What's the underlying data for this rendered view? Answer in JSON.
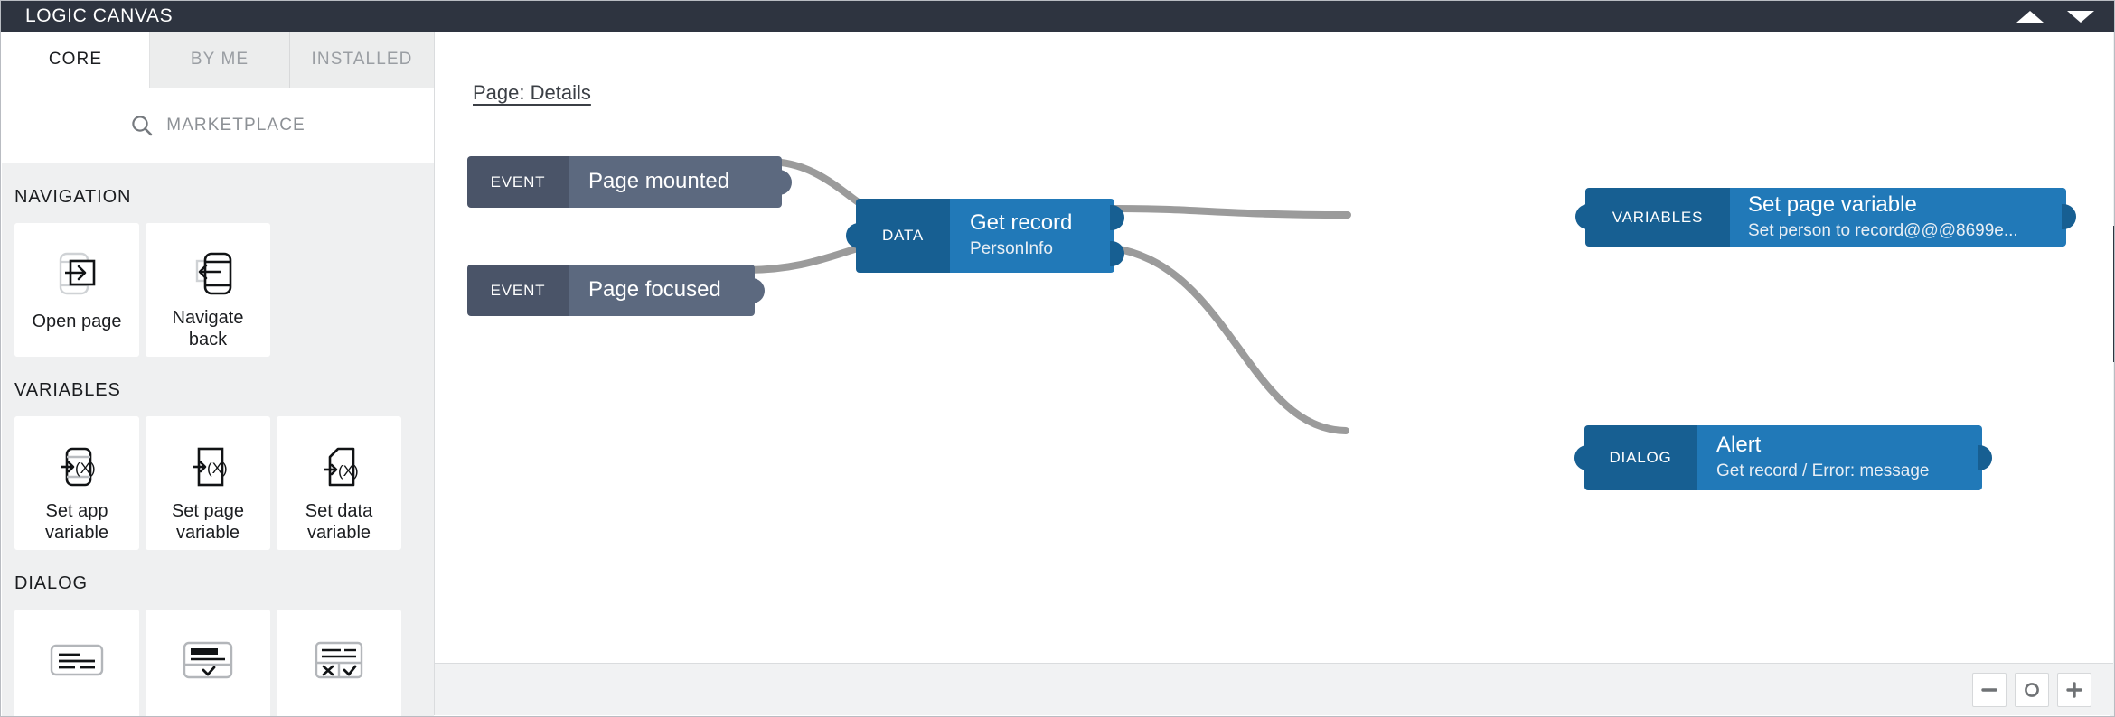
{
  "window": {
    "title": "LOGIC CANVAS",
    "collapse_up_icon": "caret-up-icon",
    "collapse_down_icon": "caret-down-icon"
  },
  "palette": {
    "tabs": [
      {
        "label": "CORE",
        "active": true
      },
      {
        "label": "BY ME",
        "active": false
      },
      {
        "label": "INSTALLED",
        "active": false
      }
    ],
    "search": {
      "icon": "search-icon",
      "label": "MARKETPLACE"
    },
    "sections": [
      {
        "title": "NAVIGATION",
        "cards": [
          {
            "label": "Open page",
            "icon": "open-page-icon"
          },
          {
            "label": "Navigate back",
            "icon": "navigate-back-icon"
          }
        ]
      },
      {
        "title": "VARIABLES",
        "cards": [
          {
            "label": "Set app variable",
            "icon": "set-app-variable-icon"
          },
          {
            "label": "Set page variable",
            "icon": "set-page-variable-icon"
          },
          {
            "label": "Set data variable",
            "icon": "set-data-variable-icon"
          }
        ]
      },
      {
        "title": "DIALOG",
        "cards": [
          {
            "label": "",
            "icon": "toast-icon"
          },
          {
            "label": "",
            "icon": "alert-icon"
          },
          {
            "label": "",
            "icon": "confirm-icon"
          }
        ]
      }
    ]
  },
  "canvas": {
    "breadcrumb": "Page: Details",
    "nodes": [
      {
        "kind": "EVENT",
        "title": "Page mounted",
        "subtitle": ""
      },
      {
        "kind": "EVENT",
        "title": "Page focused",
        "subtitle": ""
      },
      {
        "kind": "DATA",
        "title": "Get record",
        "subtitle": "PersonInfo"
      },
      {
        "kind": "VARIABLES",
        "title": "Set page variable",
        "subtitle": "Set person to record@@@8699e..."
      },
      {
        "kind": "DIALOG",
        "title": "Alert",
        "subtitle": "Get record / Error: message"
      }
    ]
  },
  "bottombar": {
    "zoom_out_label": "−",
    "zoom_reset_icon": "circle-icon",
    "zoom_in_label": "+"
  },
  "colors": {
    "titlebar": "#2e3440",
    "event_kind": "#4a5468",
    "event_body": "#5c697f",
    "action_kind": "#175f92",
    "action_body": "#2179b8",
    "wire": "#9b9b9b",
    "panel_bg": "#eff0f1"
  }
}
